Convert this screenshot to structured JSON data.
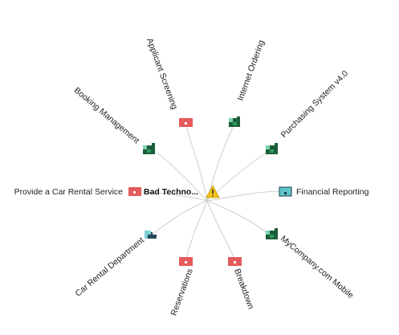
{
  "colors": {
    "edge": "#cfcfcf",
    "label": "#222222",
    "app_dark": "#1b5e3b",
    "app_mid": "#2e9a5a",
    "app_light": "#7ed3b0",
    "capability_red": "#e55b5b",
    "dataobj_teal": "#5fc4c8",
    "dataobj_dark": "#1a3f4f",
    "dept_light": "#7fd0d8",
    "dept_dark": "#24485a",
    "warning_yellow": "#f5c518"
  },
  "center": {
    "label": "Bad Techno...",
    "icon": "red-capability-icon",
    "warning": "warning-triangle-icon"
  },
  "nodes": [
    {
      "id": "applicant-screening",
      "label": "Applicant Screening",
      "icon": "capability-red-icon"
    },
    {
      "id": "internet-ordering",
      "label": "Internet Ordering",
      "icon": "application-icon"
    },
    {
      "id": "purchasing-system",
      "label": "Purchasing System v4.0",
      "icon": "application-icon"
    },
    {
      "id": "financial-reporting",
      "label": "Financial Reporting",
      "icon": "data-object-icon"
    },
    {
      "id": "mycompany-mobile",
      "label": "MyCompany.com Mobile",
      "icon": "application-icon"
    },
    {
      "id": "breakdown",
      "label": "Breakdown",
      "icon": "capability-red-icon"
    },
    {
      "id": "reservations",
      "label": "Reservations",
      "icon": "capability-red-icon"
    },
    {
      "id": "car-rental-department",
      "label": "Car Rental Department",
      "icon": "department-icon"
    },
    {
      "id": "provide-car-rental",
      "label": "Provide a Car Rental Service",
      "icon": "capability-red-icon"
    },
    {
      "id": "booking-management",
      "label": "Booking Management",
      "icon": "application-icon"
    }
  ]
}
